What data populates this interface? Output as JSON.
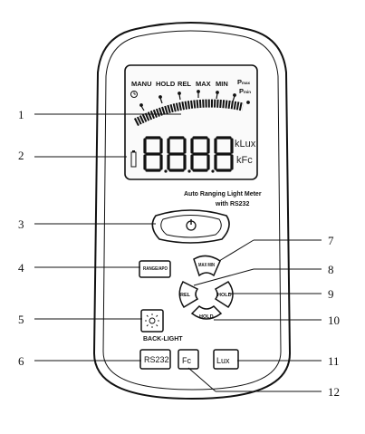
{
  "lcd": {
    "mode_labels": [
      "MANU",
      "HOLD",
      "REL",
      "MAX",
      "MIN"
    ],
    "p_max": "P",
    "p_max_sub": "max",
    "p_min": "P",
    "p_min_sub": "min",
    "units": [
      "kLux",
      "kFc"
    ]
  },
  "device": {
    "caption_line1": "Auto Ranging Light Meter",
    "caption_line2": "with RS232"
  },
  "buttons": {
    "range_apo": "RANGE/APO",
    "max_min": "MAX MIN",
    "rel": "REL",
    "hold_right": "HOLD",
    "hold_bottom": "HOLD",
    "backlight": "BACK-LIGHT",
    "rs232": "RS232",
    "fc": "Fc",
    "lux": "Lux"
  },
  "callouts": [
    "1",
    "2",
    "3",
    "4",
    "5",
    "6",
    "7",
    "8",
    "9",
    "10",
    "11",
    "12"
  ]
}
